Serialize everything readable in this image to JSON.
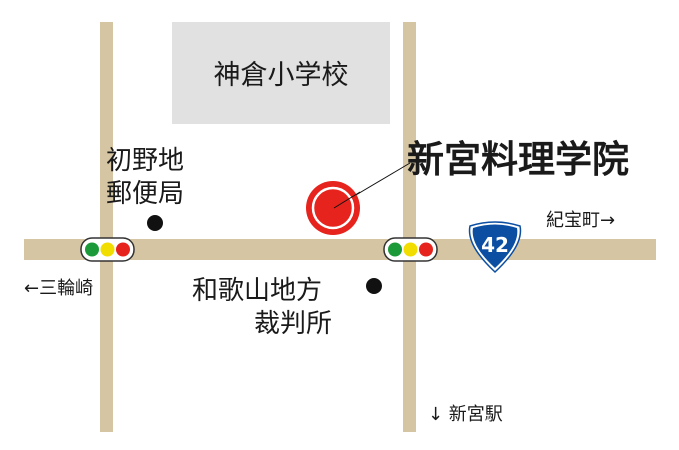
{
  "labels": {
    "school": "神倉小学校",
    "post_office_line1": "初野地",
    "post_office_line2": "郵便局",
    "court_line1": "和歌山地方",
    "court_line2": "裁判所",
    "destination": "新宮料理学院",
    "to_kihou": "紀宝町→",
    "to_miwasaki": "←三輪崎",
    "to_station": "↓ 新宮駅",
    "route_number": "42"
  },
  "colors": {
    "road": "#d5c5a3",
    "school": "#e1e1e1",
    "marker": "#e6231c",
    "route_shield": "#0b4ea2"
  }
}
